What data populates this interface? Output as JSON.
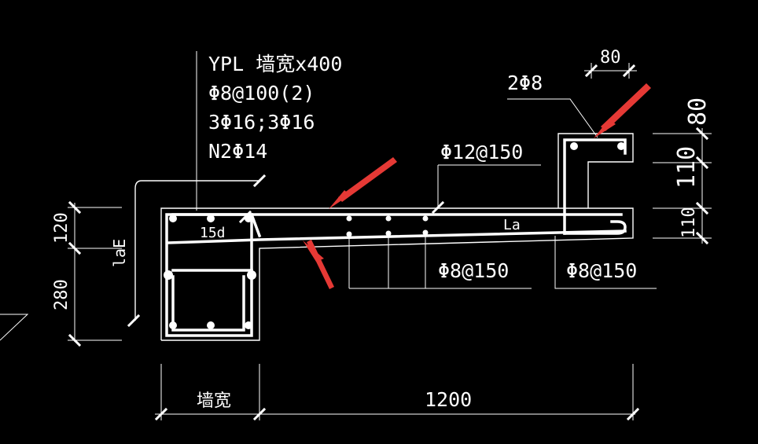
{
  "colors": {
    "background": "#000000",
    "lines": "#ffffff",
    "rebar": "#ffffff",
    "arrow": "#e53935"
  },
  "annotations": {
    "wall_label": "YPL 墙宽x400",
    "stirrup_wall": "Φ8@100(2)",
    "main_bars": "3Φ16;3Φ16",
    "side_bars": "N2Φ14",
    "top_bar_note": "2Φ8",
    "slab_top_rebar": "Φ12@150",
    "dist_left": "Φ8@150",
    "dist_right": "Φ8@150",
    "anchor_15d": "15d",
    "anchor_la": "La",
    "anchor_lae": "laE"
  },
  "dimensions": {
    "top_width": "80",
    "right_top": "80",
    "right_mid": "110",
    "right_bottom": "110",
    "left_upper": "120",
    "left_lower": "280",
    "bottom_wall": "墙宽",
    "bottom_slab": "1200"
  },
  "icons": {
    "arrow": "red-pointer-arrow"
  }
}
